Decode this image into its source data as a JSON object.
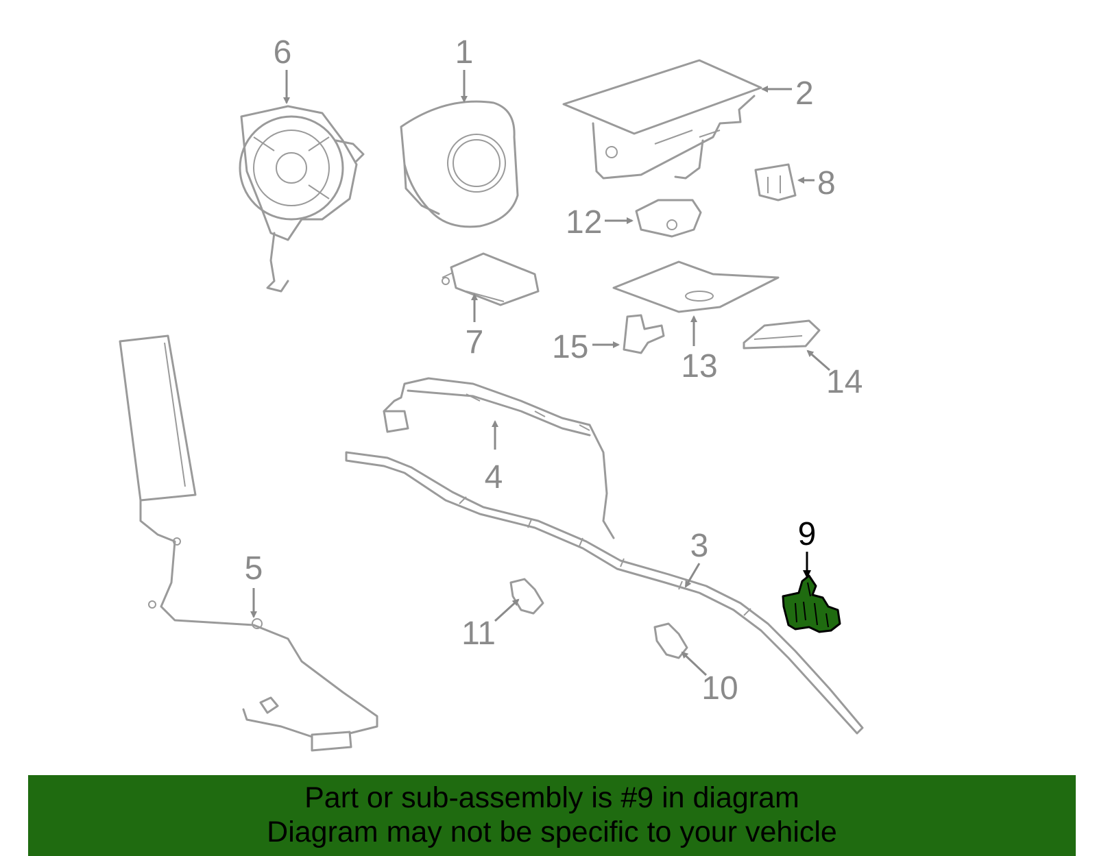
{
  "callouts": {
    "c1": "1",
    "c2": "2",
    "c3": "3",
    "c4": "4",
    "c5": "5",
    "c6": "6",
    "c7": "7",
    "c8": "8",
    "c9": "9",
    "c10": "10",
    "c11": "11",
    "c12": "12",
    "c13": "13",
    "c14": "14",
    "c15": "15"
  },
  "highlight": {
    "part": "9",
    "color": "#1f6b10"
  },
  "banner": {
    "line1": "Part or sub-assembly is #9 in diagram",
    "line2": "Diagram may not be specific to your vehicle",
    "background": "#1f6b10"
  }
}
